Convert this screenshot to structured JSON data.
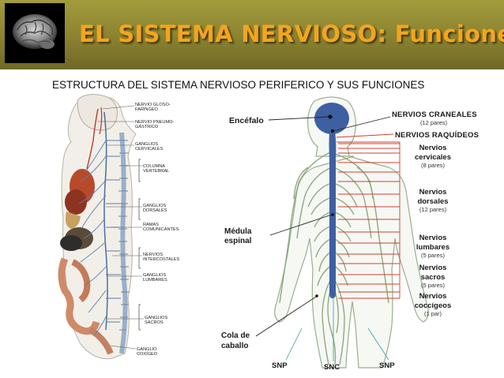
{
  "slide": {
    "title": "EL SISTEMA NERVIOSO: Funciones",
    "subtitle": "ESTRUCTURA DEL SISTEMA NERVIOSO PERIFERICO Y SUS FUNCIONES"
  },
  "left_figure": {
    "labels": [
      "NERVIO GLOSO-",
      "FARÍNGEO",
      "NERVIO PNEUMO-",
      "GÁSTRICO",
      "GANGLIOS",
      "CERVICALES",
      "COLUMNA",
      "VERTEBRAL",
      "GANGLIOS",
      "DORSALES",
      "RAMAS",
      "COMUNICANTES",
      "NERVIOS",
      "INTERCOSTALES",
      "GANGLIOS",
      "LUMBARES",
      "GANGLIOS",
      "SACROS",
      "GANGLIO",
      "COXÍGEO"
    ]
  },
  "right_figure": {
    "encefalo": "Encéfalo",
    "nervios_craneales": "NERVIOS CRANEALES",
    "craneales_count": "(12 pares)",
    "nervios_raquideos": "NERVIOS RAQUÍDEOS",
    "medula_1": "Médula",
    "medula_2": "espinal",
    "cervicales_1": "Nervios",
    "cervicales_2": "cervicales",
    "cervicales_count": "(8 pares)",
    "dorsales_1": "Nervios",
    "dorsales_2": "dorsales",
    "dorsales_count": "(12 pares)",
    "lumbares_1": "Nervios",
    "lumbares_2": "lumbares",
    "lumbares_count": "(5 pares)",
    "sacros_1": "Nervios",
    "sacros_2": "sacros",
    "sacros_count": "(5 pares)",
    "coccigeos_1": "Nervios",
    "coccigeos_2": "coccígeos",
    "coccigeos_count": "(1 par)",
    "cola_1": "Cola de",
    "cola_2": "caballo",
    "snp_left": "SNP",
    "snc": "SNC",
    "snp_right": "SNP"
  },
  "colors": {
    "header_band": "#8a8230",
    "title_orange": "#f3a51c",
    "cns_blue": "#3f5fa3",
    "nerve_green": "#8aa57a",
    "leader_red": "#d04030"
  },
  "icons": [
    "brain-icon"
  ]
}
